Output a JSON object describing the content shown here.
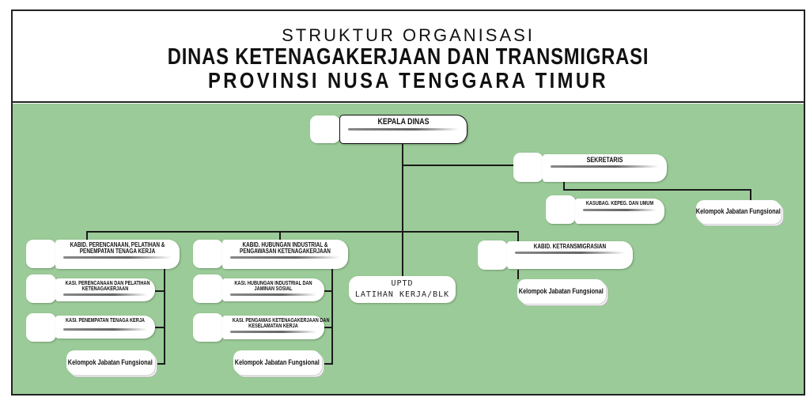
{
  "header": {
    "line1": "STRUKTUR ORGANISASI",
    "line2": "DINAS KETENAGAKERJAAN DAN TRANSMIGRASI",
    "line3": "PROVINSI NUSA TENGGARA TIMUR"
  },
  "colors": {
    "background": "#9bcb98",
    "box": "#ffffff",
    "line": "#1a1a1a"
  },
  "nodes": {
    "kepala": "KEPALA DINAS",
    "sekretaris": "SEKRETARIS",
    "kasubag": "KASUBAG. KEPEG.  DAN UMUM",
    "kjf": "Kelompok Jabatan Fungsional",
    "kabid1": [
      "KABID. PERENCANAAN, PELATIHAN &",
      "PENEMPATAN TENAGA KERJA"
    ],
    "kasi1a": [
      "KASI. PERENCANAAN DAN PELATIHAN",
      "KETENAGAKERJAAN"
    ],
    "kasi1b": "KASI. PENEMPATAN TENAGA KERJA",
    "kabid2": [
      "KABID. HUBUNGAN INDUSTRIAL &",
      "PENGAWASAN KETENAGAKERJAAN"
    ],
    "kasi2a": [
      "KASI. HUBUNGAN INDUSTRIAL DAN",
      "JAMINAN SOSIAL"
    ],
    "kasi2b": [
      "KASI. PENGAWAS KETENAGAKERJAAN DAN",
      "KESELAMATAN KERJA"
    ],
    "uptd": [
      "UPTD",
      "LATIHAN KERJA/BLK"
    ],
    "kabid3": "KABID. KETRANSMIGRASIAN"
  }
}
